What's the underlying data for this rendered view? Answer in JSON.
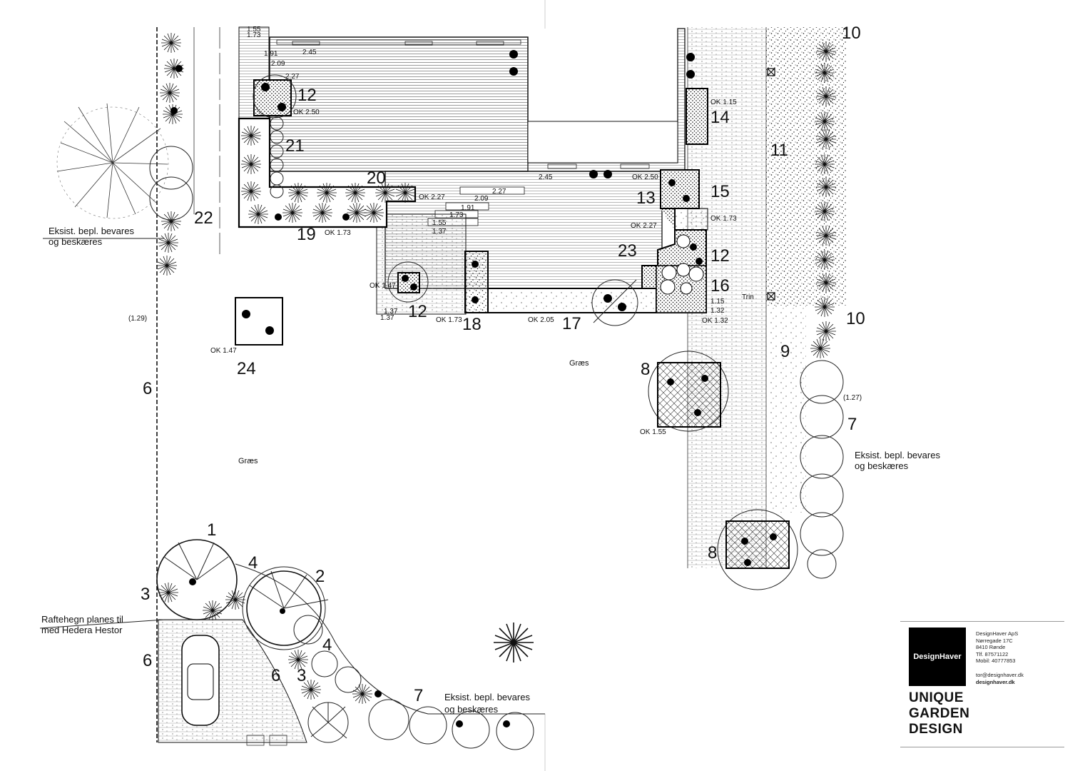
{
  "plan": {
    "numbers": {
      "n1": "1",
      "n2": "2",
      "n3a": "3",
      "n3b": "3",
      "n4a": "4",
      "n4b": "4",
      "n6a": "6",
      "n6b": "6",
      "n6c": "6",
      "n7a": "7",
      "n7b": "7",
      "n8a": "8",
      "n8b": "8",
      "n9": "9",
      "n10a": "10",
      "n10b": "10",
      "n11": "11",
      "n12a": "12",
      "n12b": "12",
      "n12c": "12",
      "n13": "13",
      "n14": "14",
      "n15": "15",
      "n16": "16",
      "n17": "17",
      "n18": "18",
      "n19": "19",
      "n20": "20",
      "n21": "21",
      "n22": "22",
      "n23": "23",
      "n24": "24"
    },
    "levels": {
      "l155": "1.55",
      "l173": "1.73",
      "l191": "1.91",
      "l245a": "2.45",
      "l209a": "2.09",
      "l227a": "2.27",
      "ok250a": "OK 2.50",
      "l245b": "2.45",
      "ok250b": "OK 2.50",
      "ok227a": "OK 2.27",
      "l227b": "2.27",
      "l209b": "2.09",
      "l191b": "1.91",
      "l173b": "1.73",
      "l155b": "1.55",
      "l137a": "1.37",
      "ok173a": "OK 1.73",
      "ok227b": "OK 2.27",
      "ok173b": "OK 1.73",
      "ok173c": "OK 1.73",
      "ok147a": "OK 1.47",
      "l137b": "1.37",
      "l137c": "1.37",
      "ok205": "OK 2.05",
      "ok147b": "OK 1.47",
      "l129": "(1.29)",
      "ok115": "OK 1.15",
      "l115": "1.15",
      "l132": "1.32",
      "ok132": "OK 1.32",
      "trin": "Trin",
      "l127": "(1.27)",
      "ok155": "OK 1.55"
    },
    "notes": {
      "existing_left_1": "Eksist. bepl.  bevares",
      "existing_left_2": "og beskæres",
      "existing_right_1": "Eksist. bepl. bevares",
      "existing_right_2": "og beskæres",
      "existing_bottom_1": "Eksist. bepl. bevares",
      "existing_bottom_2": "og beskæres",
      "fence_1": "Raftehegn planes til",
      "fence_2": "med Hedera Hestor",
      "grass_1": "Græs",
      "grass_2": "Græs"
    }
  },
  "title_block": {
    "logo_text": "DesignHaver",
    "company": [
      "DesignHaver ApS",
      "Nørregade 17C",
      "8410 Rønde",
      "Tlf. 87571122",
      "Mobil: 40777853"
    ],
    "email": "tor@designhaver.dk",
    "website": "designhaver.dk",
    "slogan": [
      "UNIQUE",
      "GARDEN",
      "DESIGN"
    ]
  }
}
